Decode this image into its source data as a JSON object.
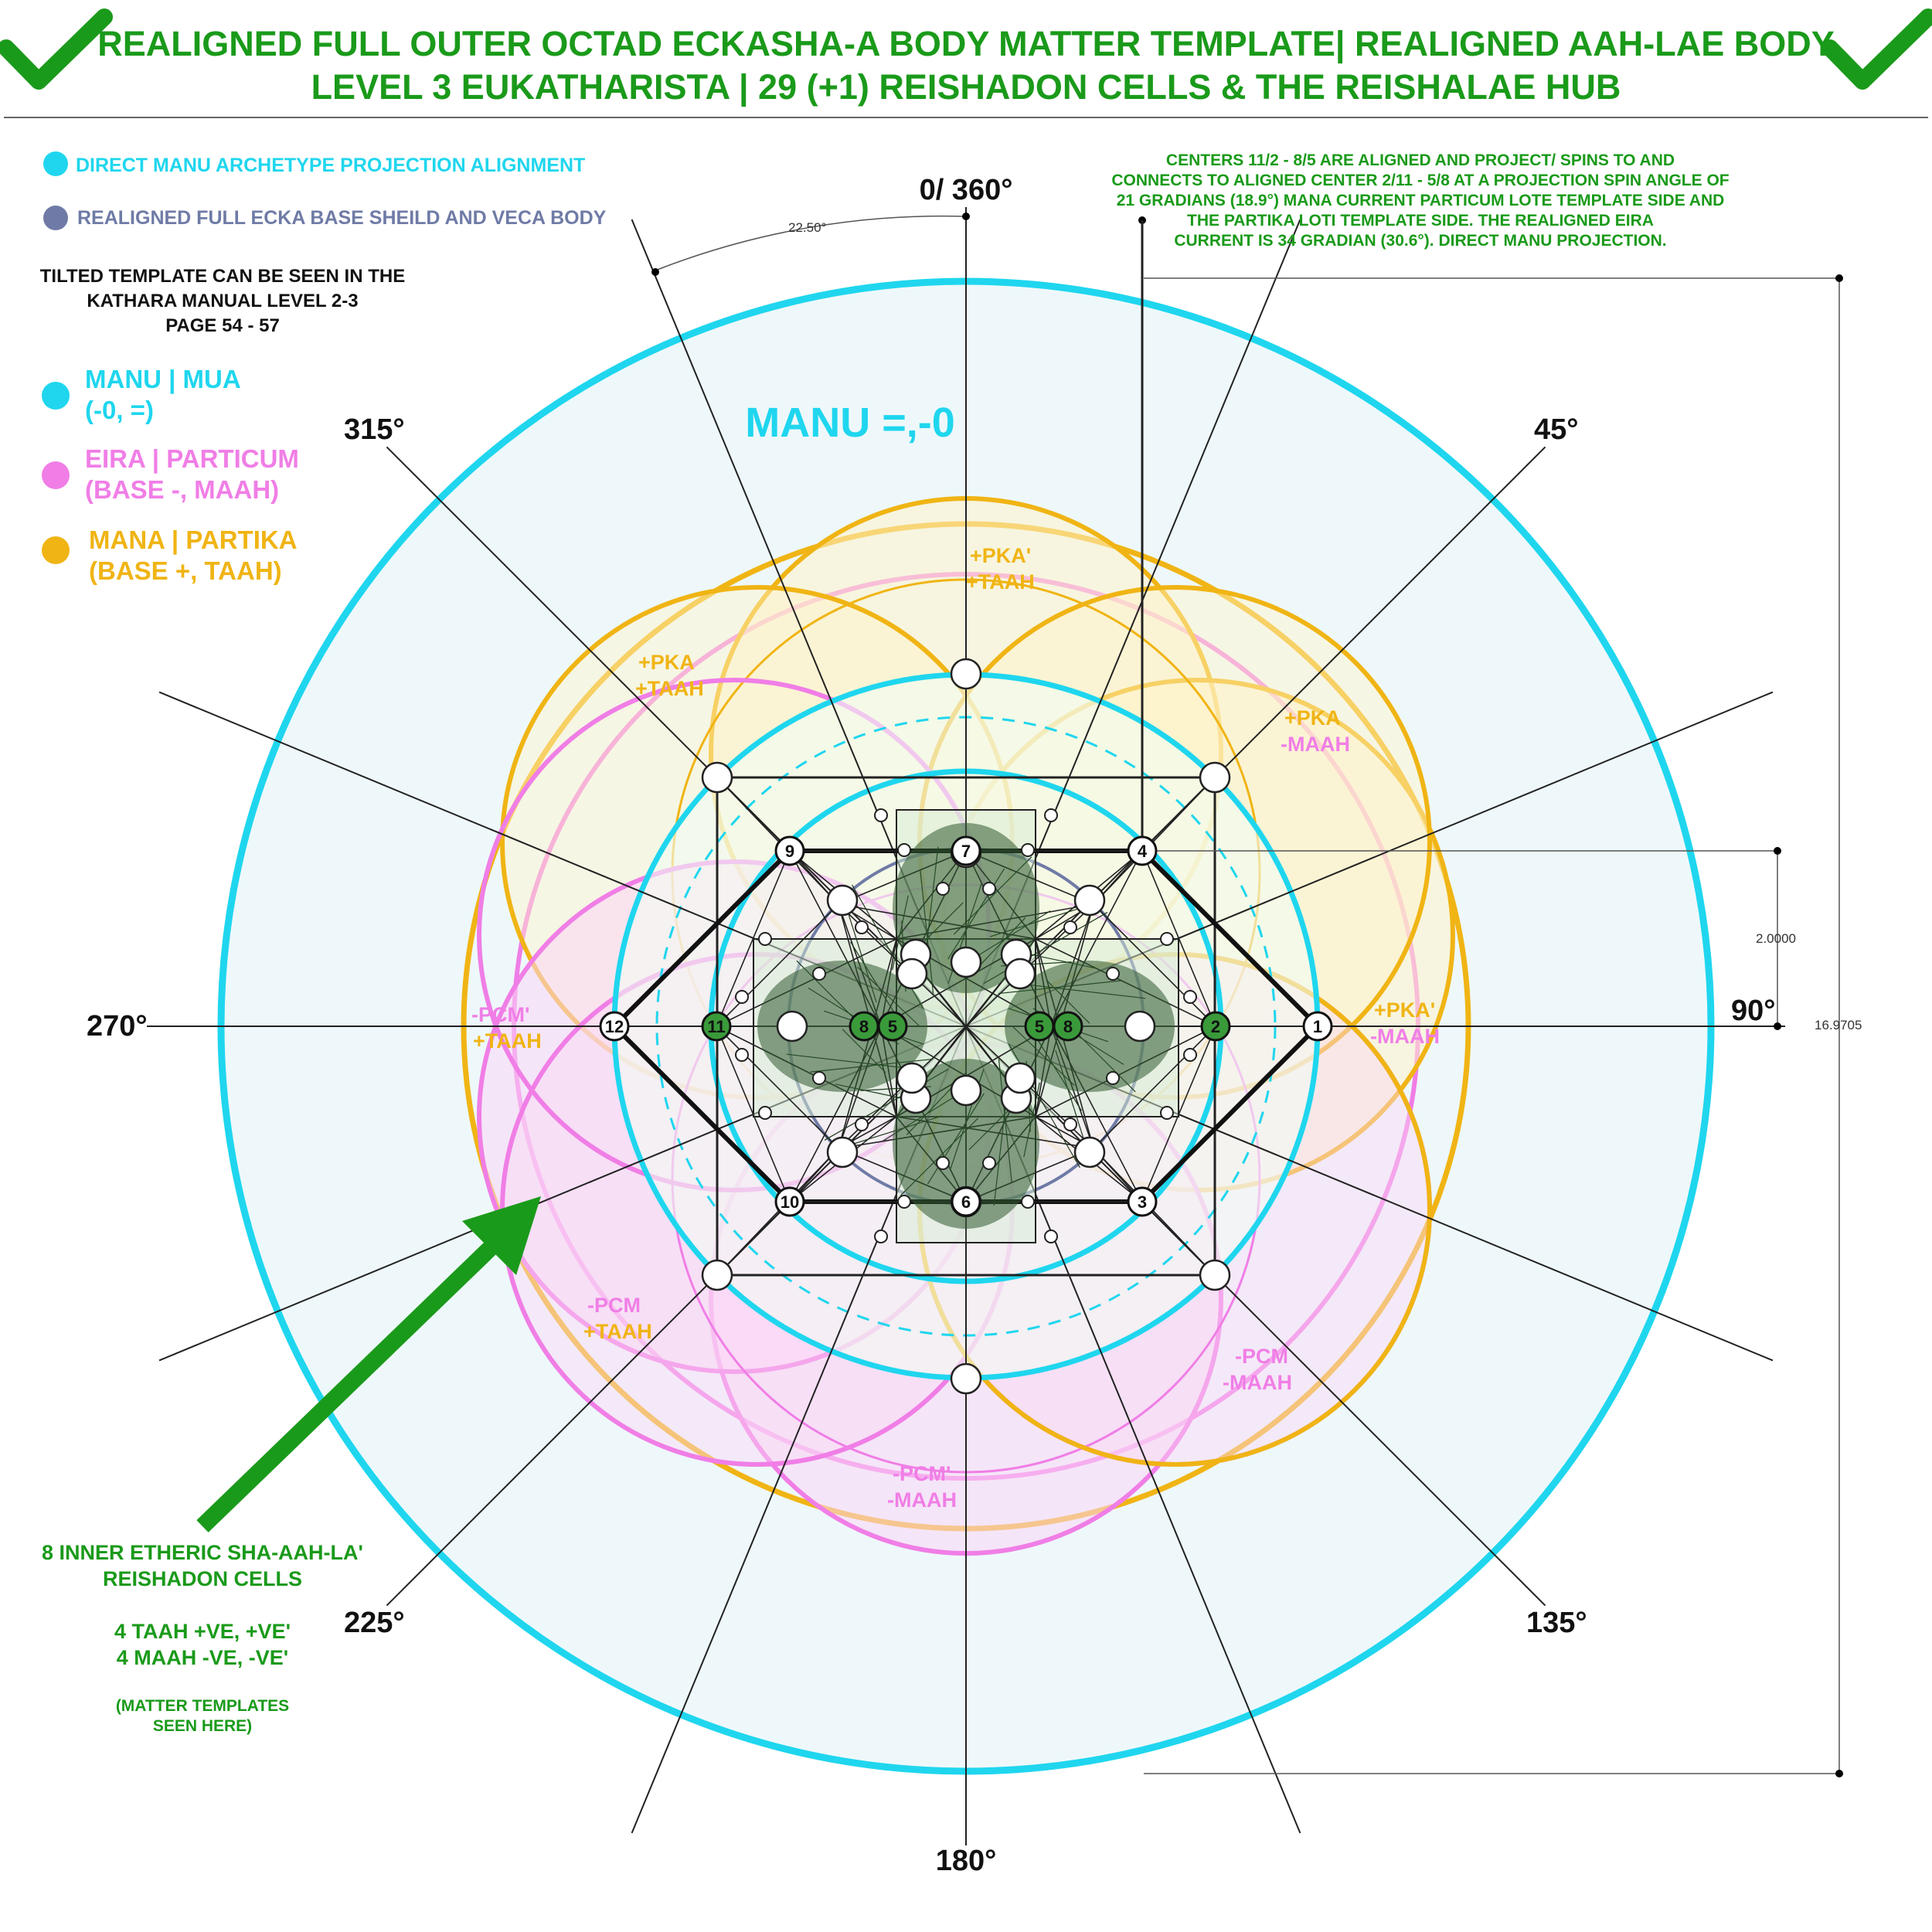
{
  "header": {
    "title_line1": "REALIGNED FULL OUTER OCTAD ECKASHA-A BODY MATTER TEMPLATE| REALIGNED AAH-LAE BODY",
    "title_line2": "LEVEL 3 EUKATHARISTA  | 29 (+1) REISHADON CELLS & THE REISHALAE HUB",
    "check_left_icon": "checkmark-icon",
    "check_right_icon": "checkmark-icon"
  },
  "legend_top": {
    "item1": "DIRECT MANU ARCHETYPE PROJECTION ALIGNMENT",
    "item2": "REALIGNED FULL ECKA BASE SHEILD AND VECA BODY"
  },
  "note_left": {
    "line1": "TILTED TEMPLATE CAN BE SEEN IN THE",
    "line2": "KATHARA MANUAL LEVEL 2-3",
    "line3": "PAGE 54 - 57"
  },
  "legend_main": {
    "manu_l1": "MANU | MUA",
    "manu_l2": "(-0, =)",
    "eira_l1": "EIRA | PARTICUM",
    "eira_l2": "(BASE -, MAAH)",
    "mana_l1": "MANA | PARTIKA",
    "mana_l2": "(BASE +, TAAH)"
  },
  "note_right": {
    "line1": "CENTERS 11/2 - 8/5 ARE ALIGNED AND PROJECT/ SPINS TO AND",
    "line2": "CONNECTS TO ALIGNED CENTER 2/11 - 5/8 AT A PROJECTION SPIN ANGLE OF",
    "line3": "21 GRADIANS (18.9°) MANA CURRENT PARTICUM LOTE TEMPLATE SIDE AND",
    "line4": "THE PARTIKA LOTI TEMPLATE SIDE. THE REALIGNED EIRA",
    "line5": "CURRENT IS 34 GRADIAN (30.6°). DIRECT MANU PROJECTION."
  },
  "angles": {
    "a0": "0/ 360°",
    "a45": "45°",
    "a90": "90°",
    "a135": "135°",
    "a180": "180°",
    "a225": "225°",
    "a270": "270°",
    "a315": "315°"
  },
  "dimensions": {
    "arc_label": "22.50°",
    "small_dim": "2.0000",
    "big_dim": "16.9705"
  },
  "manu_label": "MANU =,-0",
  "petal_labels": {
    "top_l1": "+PKA'",
    "top_l2": "+TAAH",
    "ul_l1": "+PKA",
    "ul_l2": "+TAAH",
    "ur_l1": "+PKA",
    "ur_l2": "-MAAH",
    "r_l1": "+PKA'",
    "r_l2": "-MAAH",
    "l_l1": "-PCM'",
    "l_l2": "+TAAH",
    "ll_l1": "-PCM",
    "ll_l2": "+TAAH",
    "lr_l1": "-PCM",
    "lr_l2": "-MAAH",
    "b_l1": "-PCM'",
    "b_l2": "-MAAH"
  },
  "nodes": {
    "n1": "1",
    "n2": "2",
    "n3": "3",
    "n4": "4",
    "n5a": "5",
    "n5b": "5",
    "n6": "6",
    "n7": "7",
    "n8a": "8",
    "n8b": "8",
    "n9": "9",
    "n10": "10",
    "n11": "11",
    "n12": "12"
  },
  "annotation_bottom_left": {
    "line1": "8 INNER ETHERIC SHA-AAH-LA'",
    "line2": "REISHADON CELLS",
    "line3": "4 TAAH +VE, +VE'",
    "line4": "4 MAAH -VE, -VE'",
    "line5": "(MATTER TEMPLATES",
    "line6": "SEEN HERE)",
    "arrow_icon": "arrow-up-right-icon"
  },
  "colors": {
    "title_green": "#1a9a1a",
    "manu_cyan": "#1fd6ee",
    "eira_pink": "#f07ee6",
    "mana_orange": "#f0b414",
    "veca_slate": "#6f7ba6",
    "node_green": "#3a9a3a",
    "bg_tint": "#eef8fb"
  }
}
